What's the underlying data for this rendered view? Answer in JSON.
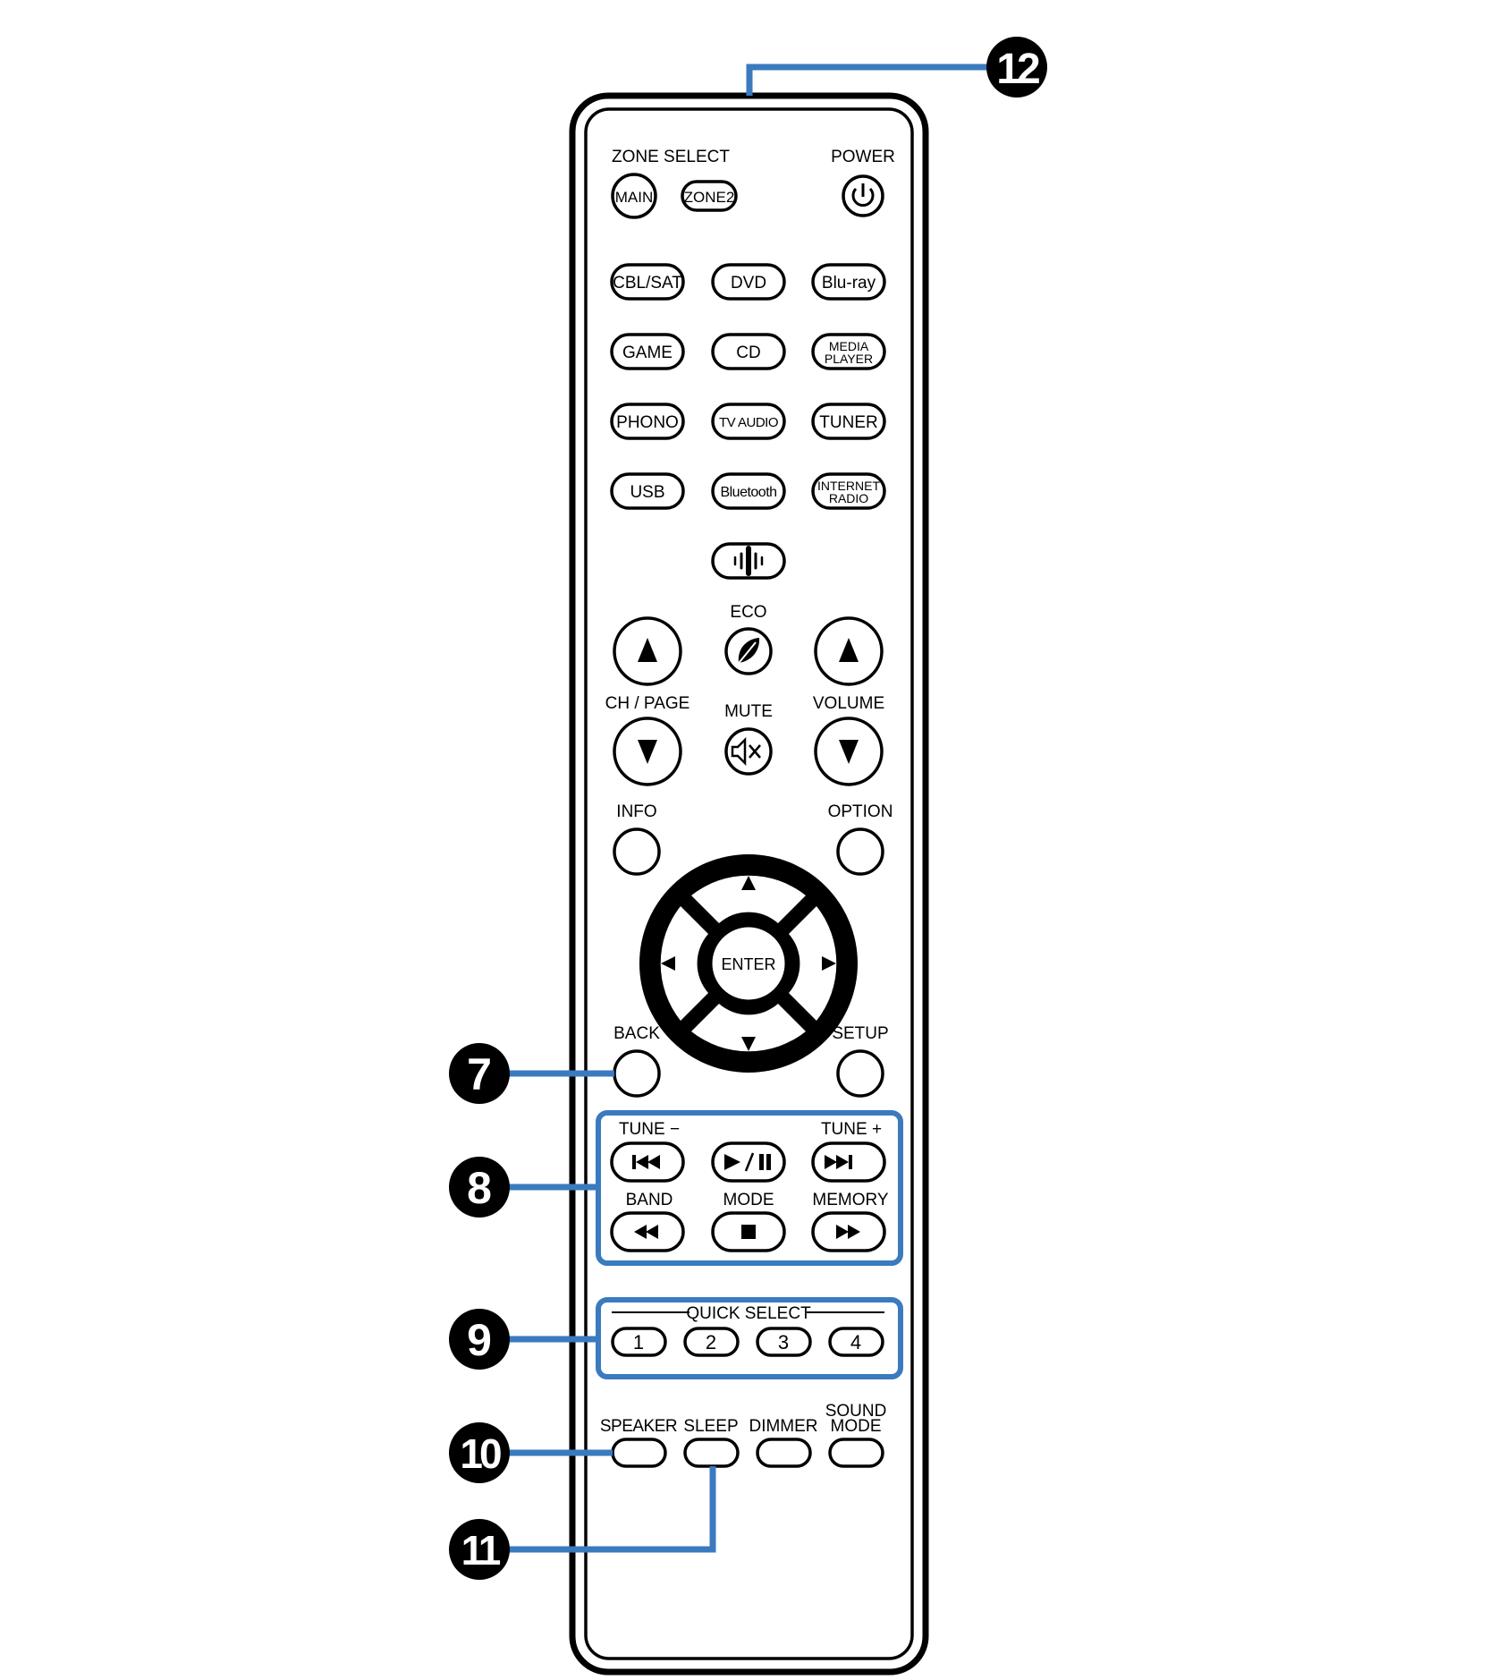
{
  "colors": {
    "callout": "#3a7abf",
    "outline": "#000000",
    "background": "#ffffff"
  },
  "zone_select": {
    "label": "ZONE SELECT",
    "main": "MAIN",
    "zone2": "ZONE2"
  },
  "power": {
    "label": "POWER",
    "icon": "power-icon"
  },
  "inputs": {
    "cbl_sat": "CBL/SAT",
    "dvd": "DVD",
    "bluray": "Blu-ray",
    "game": "GAME",
    "cd": "CD",
    "media_player": [
      "MEDIA",
      "PLAYER"
    ],
    "phono": "PHONO",
    "tv_audio": "TV AUDIO",
    "tuner": "TUNER",
    "usb": "USB",
    "bluetooth": "Bluetooth",
    "internet_radio": [
      "INTERNET",
      "RADIO"
    ],
    "heos_icon": "heos-icon"
  },
  "eco": {
    "label": "ECO",
    "icon": "leaf-icon"
  },
  "ch_page": {
    "label": "CH / PAGE",
    "up_icon": "triangle-up-icon",
    "down_icon": "triangle-down-icon"
  },
  "mute": {
    "label": "MUTE",
    "icon": "mute-speaker-icon"
  },
  "volume": {
    "label": "VOLUME",
    "up_icon": "triangle-up-icon",
    "down_icon": "triangle-down-icon"
  },
  "info": {
    "label": "INFO"
  },
  "option": {
    "label": "OPTION"
  },
  "dpad": {
    "enter": "ENTER"
  },
  "back": {
    "label": "BACK"
  },
  "setup": {
    "label": "SETUP"
  },
  "playback": {
    "tune_minus": "TUNE −",
    "tune_plus": "TUNE +",
    "band": "BAND",
    "mode": "MODE",
    "memory": "MEMORY",
    "icons": [
      "skip-back-icon",
      "play-pause-icon",
      "skip-forward-icon",
      "rewind-icon",
      "stop-icon",
      "fast-forward-icon"
    ]
  },
  "quick_select": {
    "label": "QUICK SELECT",
    "buttons": [
      "1",
      "2",
      "3",
      "4"
    ]
  },
  "bottom": {
    "speaker": "SPEAKER",
    "sleep": "SLEEP",
    "dimmer": "DIMMER",
    "sound_mode": [
      "SOUND",
      "MODE"
    ]
  },
  "callouts": {
    "n7": "7",
    "n8": "8",
    "n9": "9",
    "n10": "10",
    "n11": "11",
    "n12": "12"
  }
}
